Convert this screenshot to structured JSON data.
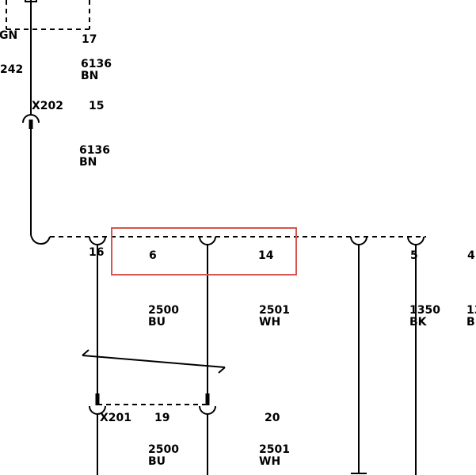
{
  "colors": {
    "wire": "#000000",
    "highlight": "#d9534f",
    "background": "#ffffff"
  },
  "labels": {
    "gn_fragment": "GN",
    "pin_17": "17",
    "wire_id_242": "242",
    "circuit_top_upper": "6136\nBN",
    "connector_x202": "X202",
    "pin_15": "15",
    "circuit_top_lower": "6136\nBN",
    "pin_16": "16",
    "pin_6": "6",
    "pin_14": "14",
    "pin_5": "5",
    "pin_4": "4",
    "circuit_2500_upper": "2500\nBU",
    "circuit_2501_upper": "2501\nWH",
    "circuit_1350": "1350\nBK",
    "circuit_13_fragment": "13\nB",
    "connector_x201": "X201",
    "pin_19": "19",
    "pin_20": "20",
    "circuit_2500_lower": "2500\nBU",
    "circuit_2501_lower": "2501\nWH"
  }
}
